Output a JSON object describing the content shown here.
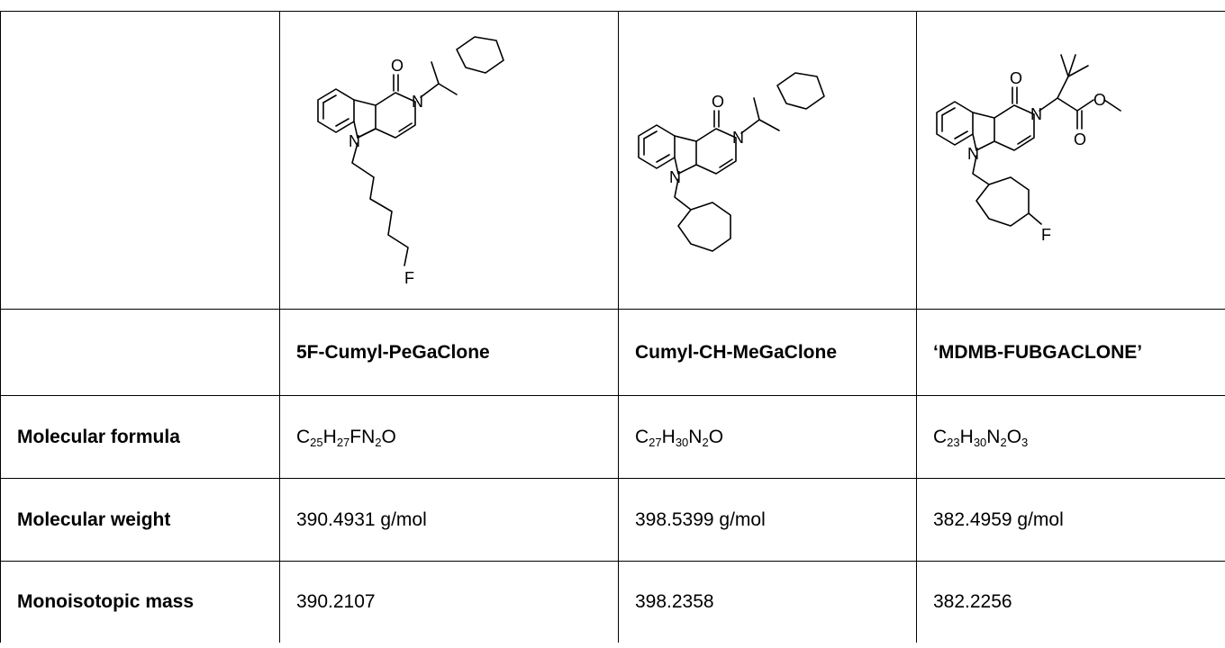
{
  "table": {
    "corner": "",
    "name_row_label": "",
    "compounds": [
      {
        "name": "5F-Cumyl-PeGaClone",
        "structure_icon": "5f-cumyl-pegaclone-structure",
        "formula": [
          {
            "el": "C",
            "n": "25"
          },
          {
            "el": "H",
            "n": "27"
          },
          {
            "el": "F",
            "n": ""
          },
          {
            "el": "N",
            "n": "2"
          },
          {
            "el": "O",
            "n": ""
          }
        ],
        "weight": "390.4931 g/mol",
        "mass": "390.2107"
      },
      {
        "name": "Cumyl-CH-MeGaClone",
        "structure_icon": "cumyl-ch-megaclone-structure",
        "formula": [
          {
            "el": "C",
            "n": "27"
          },
          {
            "el": "H",
            "n": "30"
          },
          {
            "el": "N",
            "n": "2"
          },
          {
            "el": "O",
            "n": ""
          }
        ],
        "weight": "398.5399 g/mol",
        "mass": "398.2358"
      },
      {
        "name": "‘MDMB-FUBGACLONE’",
        "structure_icon": "mdmb-fubgaclone-structure",
        "formula": [
          {
            "el": "C",
            "n": "23"
          },
          {
            "el": "H",
            "n": "30"
          },
          {
            "el": "N",
            "n": "2"
          },
          {
            "el": "O",
            "n": "3"
          }
        ],
        "weight": "382.4959 g/mol",
        "mass": "382.2256"
      }
    ],
    "rows": {
      "formula_label": "Molecular formula",
      "weight_label": "Molecular weight",
      "mass_label": "Monoisotopic mass"
    },
    "atom_labels": {
      "oxygen": "O",
      "nitrogen": "N",
      "fluorine": "F"
    }
  }
}
